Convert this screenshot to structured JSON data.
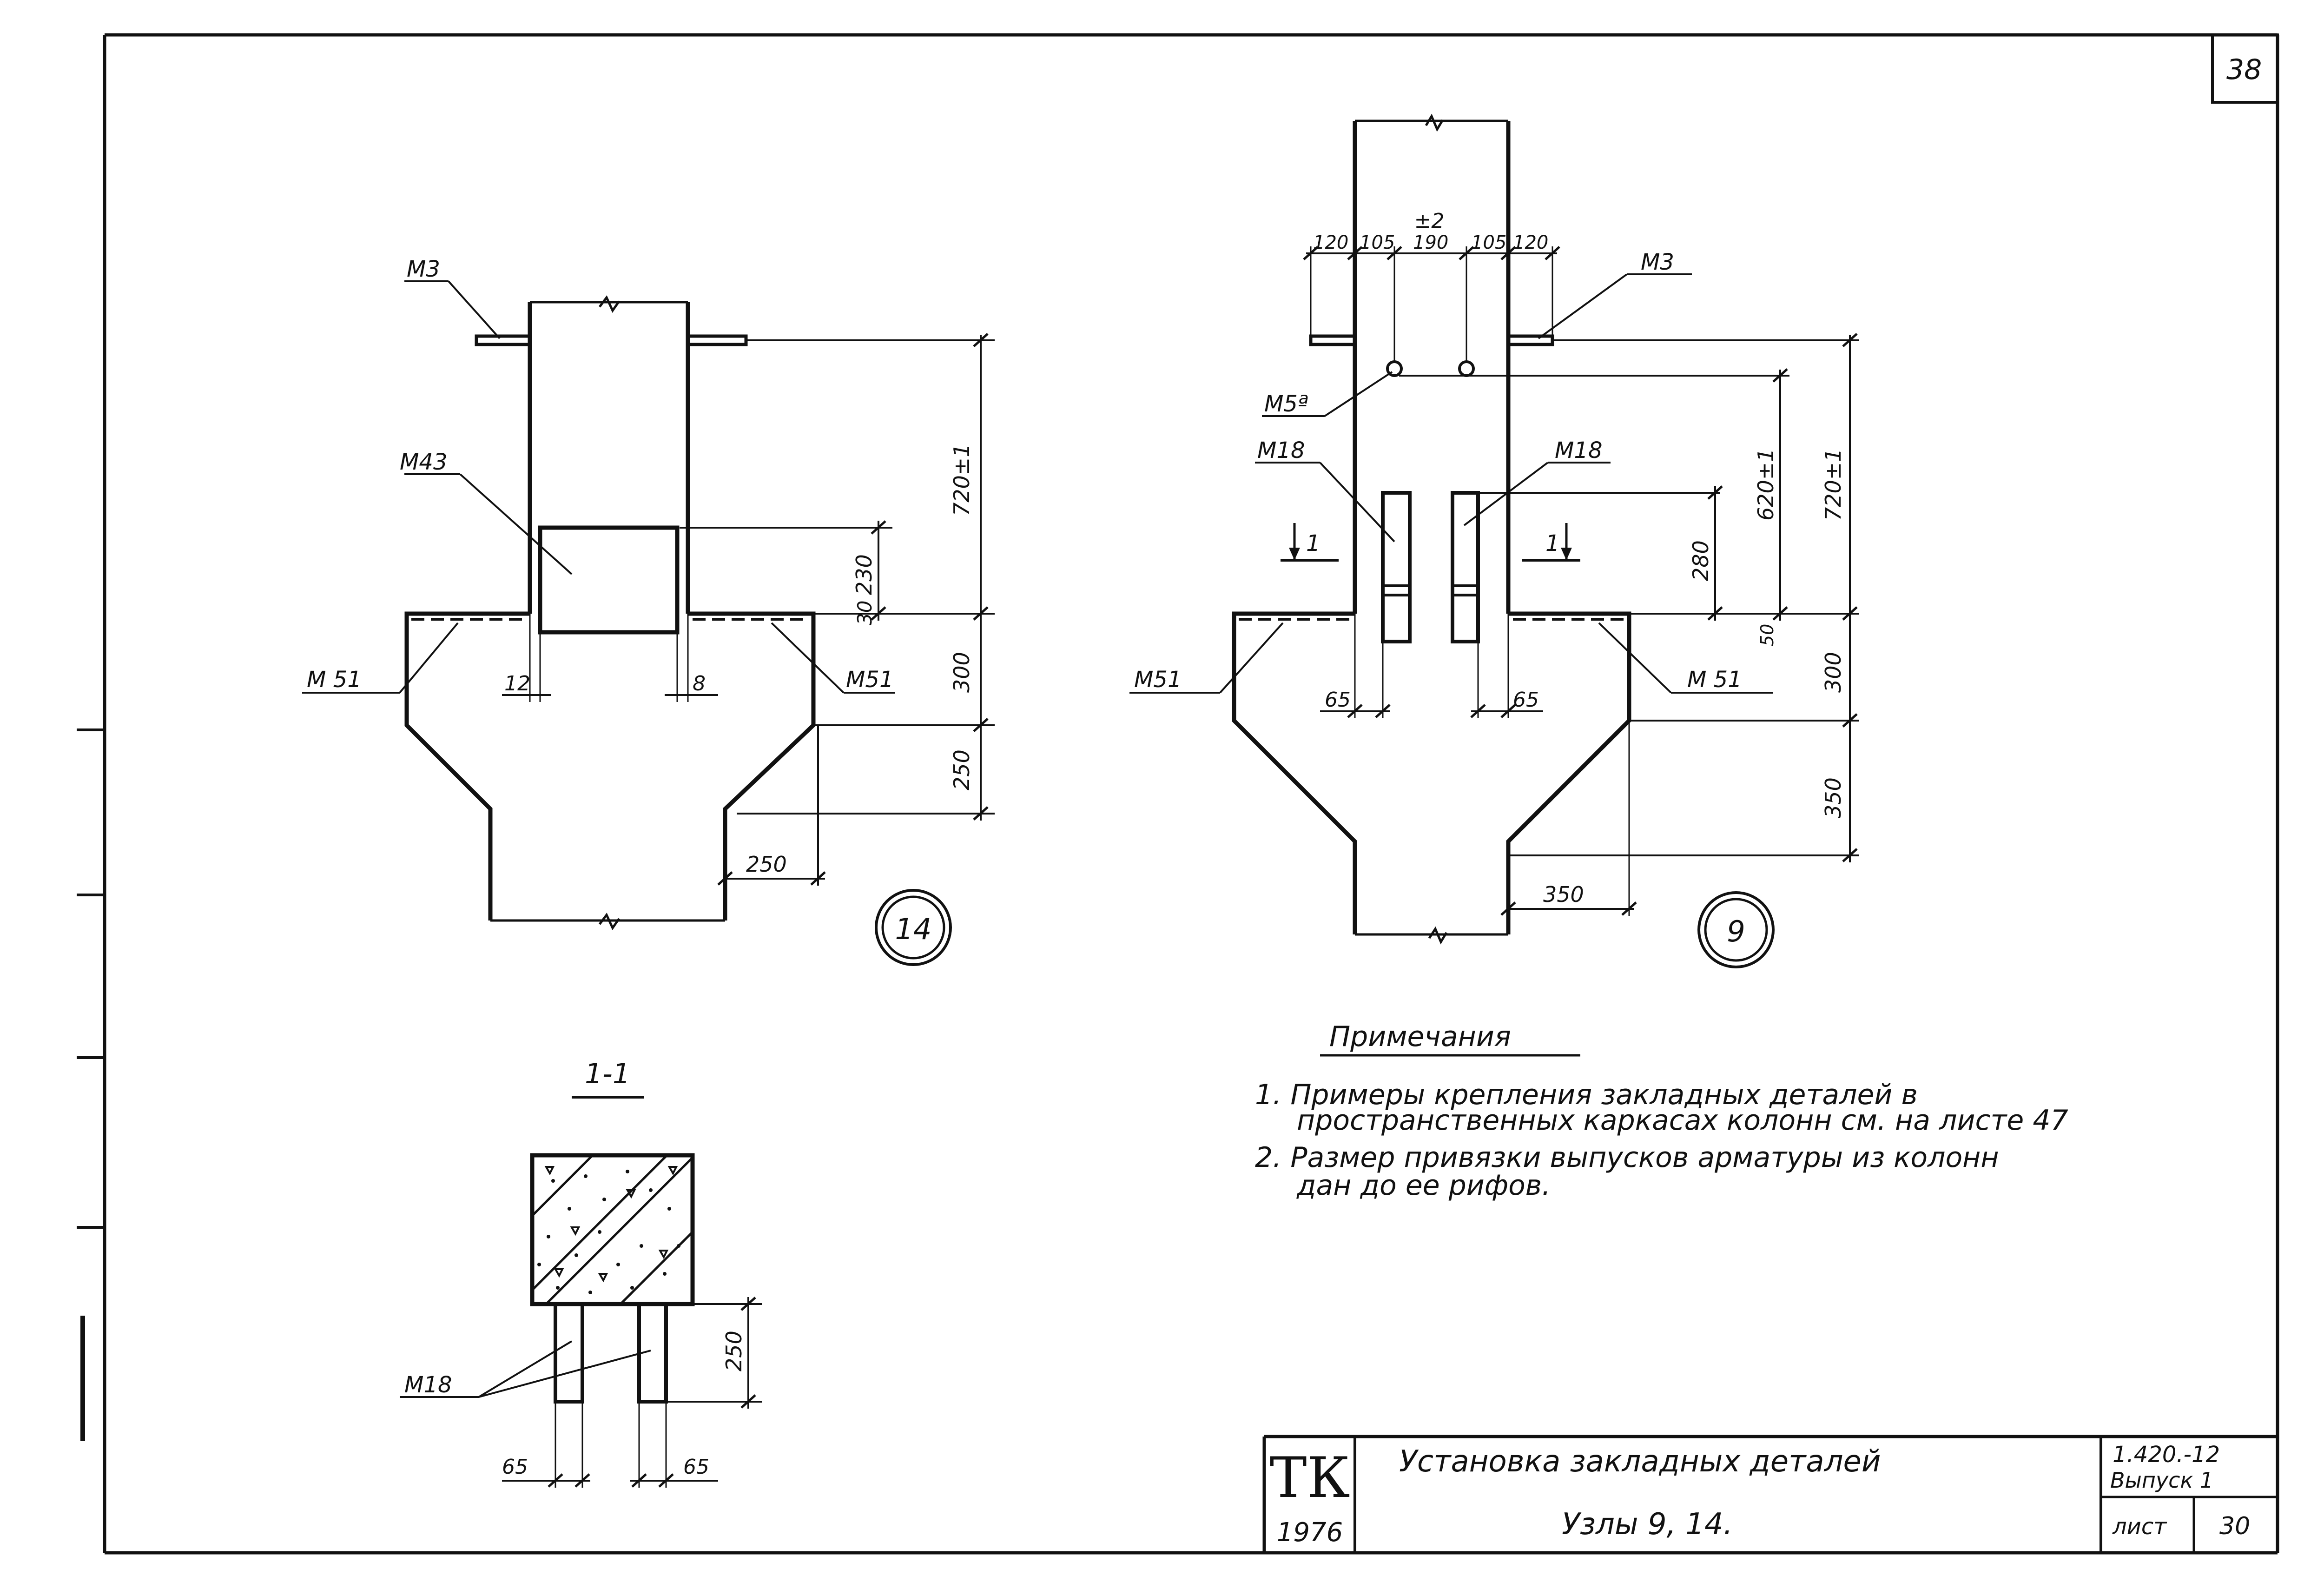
{
  "sheet": {
    "page_number": "38",
    "stamp_tk": "ТК",
    "stamp_year": "1976",
    "title_line1": "Установка закладных деталей",
    "title_line2": "Узлы 9, 14.",
    "code": "1.420.-12",
    "issue": "Выпуск 1",
    "sheet_label": "лист",
    "sheet_number": "30"
  },
  "node14": {
    "badge": "14",
    "labels": {
      "m3": "М3",
      "m43": "М43",
      "m51_left": "М 51",
      "m51_right": "М51"
    },
    "dims": {
      "v720": "720±1",
      "v230": "230",
      "v30": "30",
      "v300": "300",
      "v250": "250",
      "h250": "250",
      "d12": "12",
      "d8": "8"
    }
  },
  "node9": {
    "badge": "9",
    "labels": {
      "m3": "М3",
      "m5a": "М5ª",
      "m18_left": "М18",
      "m18_right": "М18",
      "m51_left": "М51",
      "m51_right": "М 51"
    },
    "dims": {
      "t2": "±2",
      "d120a": "120",
      "d105a": "105",
      "d190": "190",
      "d105b": "105",
      "d120b": "120",
      "v620": "620±1",
      "v720": "720±1",
      "v280": "280",
      "v50": "50",
      "v300": "300",
      "v350": "350",
      "h350": "350",
      "d65a": "65",
      "d65b": "65"
    },
    "cut_marks": [
      "1",
      "1"
    ]
  },
  "section": {
    "title": "1-1",
    "m18": "М18",
    "v250": "250",
    "d65a": "65",
    "d65b": "65"
  },
  "notes": {
    "heading": "Примечания",
    "items": [
      "1. Примеры крепления закладных деталей в",
      "пространственных каркасах колонн см. на листе 47",
      "2. Размер привязки выпусков арматуры из колонн",
      "дан до ее рифов."
    ]
  }
}
